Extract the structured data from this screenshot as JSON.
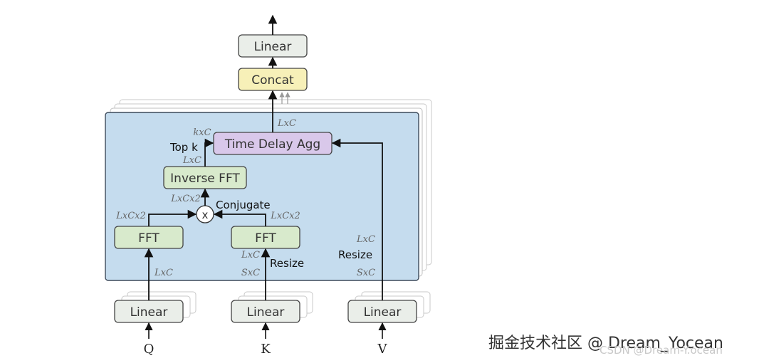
{
  "blocks": {
    "linear_out": "Linear",
    "concat": "Concat",
    "time_delay_agg": "Time Delay Agg",
    "inverse_fft": "Inverse FFT",
    "fft_q": "FFT",
    "fft_k": "FFT",
    "linear_q": "Linear",
    "linear_k": "Linear",
    "linear_v": "Linear",
    "multiply": "x"
  },
  "inputs": {
    "q": "Q",
    "k": "K",
    "v": "V"
  },
  "annotations": {
    "top_k": "Top k",
    "conjugate": "Conjugate",
    "resize_k": "Resize",
    "resize_v": "Resize"
  },
  "dims": {
    "agg_out": "LxC",
    "agg_in": "kxC",
    "ifft_out": "LxC",
    "ifft_in": "LxCx2",
    "fft_q_out": "LxCx2",
    "fft_k_out": "LxCx2",
    "fft_q_in": "LxC",
    "fft_k_in_top": "LxC",
    "fft_k_in_bottom": "SxC",
    "v_top": "LxC",
    "v_bottom": "SxC"
  },
  "watermark": {
    "primary": "掘金技术社区 @ Dream_Yocean",
    "secondary": "CSDN @Dream-Y.ocean"
  },
  "colors": {
    "panel_fill": "#c5dcee",
    "linear_fill": "#eaeee9",
    "concat_fill": "#f7f0b8",
    "agg_fill": "#d9c8ea",
    "fft_fill": "#d8eacc"
  }
}
